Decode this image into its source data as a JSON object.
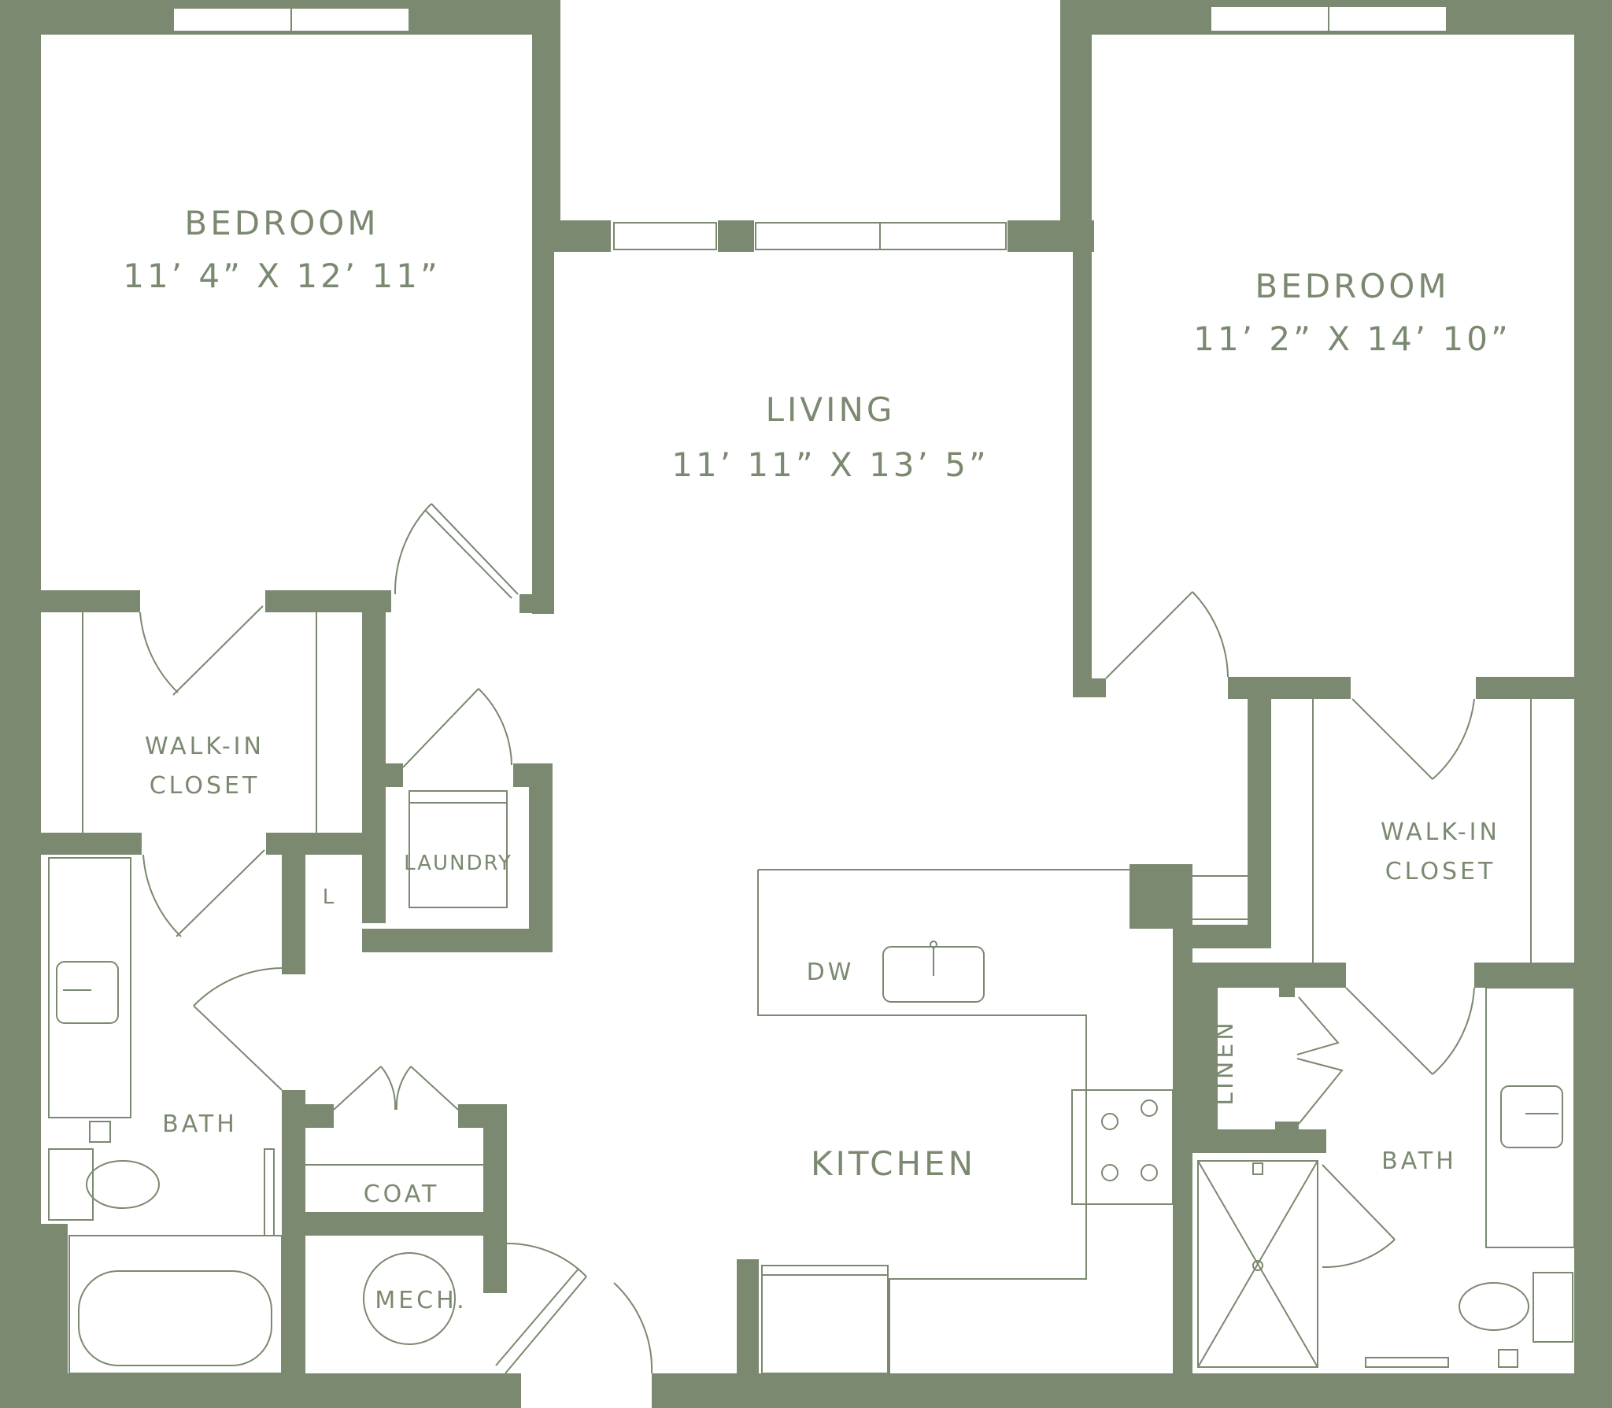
{
  "colors": {
    "wall": "#7a8970",
    "line": "#7a8970",
    "background": "#ffffff"
  },
  "rooms": {
    "bedroom_left": {
      "name": "BEDROOM",
      "dims": "11’ 4” X 12’ 11”"
    },
    "living": {
      "name": "LIVING",
      "dims": "11’ 11” X 13’ 5”"
    },
    "bedroom_right": {
      "name": "BEDROOM",
      "dims": "11’ 2” X 14’ 10”"
    },
    "walkin_left": {
      "line1": "WALK-IN",
      "line2": "CLOSET"
    },
    "walkin_right": {
      "line1": "WALK-IN",
      "line2": "CLOSET"
    },
    "laundry": {
      "name": "LAUNDRY"
    },
    "linen_small": {
      "name": "L"
    },
    "bath_left": {
      "name": "BATH"
    },
    "coat": {
      "name": "COAT"
    },
    "mech": {
      "name": "MECH."
    },
    "kitchen": {
      "name": "KITCHEN"
    },
    "dw": {
      "name": "DW"
    },
    "linen": {
      "name": "LINEN"
    },
    "bath_right": {
      "name": "BATH"
    }
  }
}
